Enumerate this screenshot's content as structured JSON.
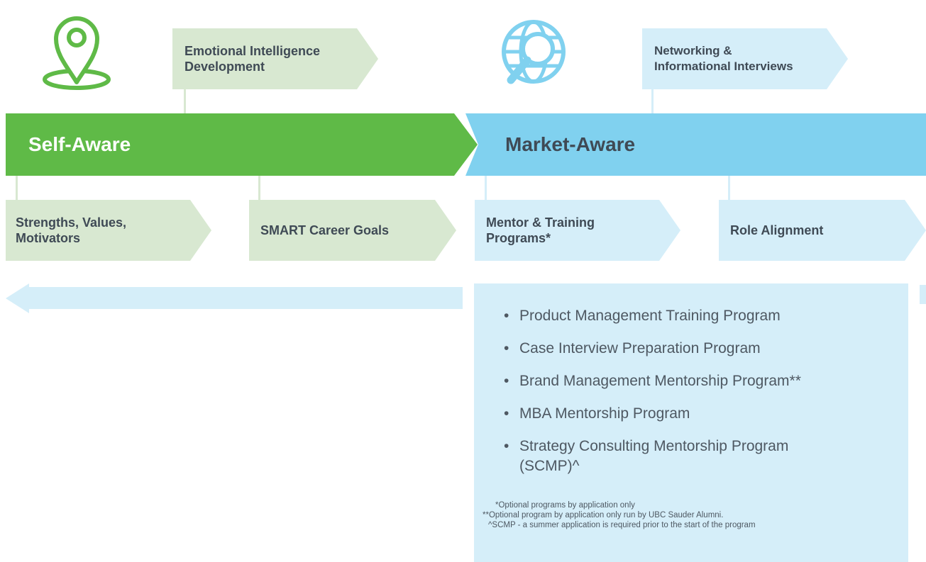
{
  "icons": {
    "self_icon": "map-pin-icon",
    "market_icon": "globe-search-icon"
  },
  "colors": {
    "green": "#5fba47",
    "green_light": "#d8e8d1",
    "blue": "#80d1ef",
    "blue_light": "#d5eef9",
    "text": "#3f4a55"
  },
  "self_aware": {
    "title": "Self-Aware",
    "top_items": [
      "Emotional Intelligence Development"
    ],
    "bottom_items": [
      "Strengths, Values, Motivators",
      "SMART Career Goals"
    ]
  },
  "market_aware": {
    "title": "Market-Aware",
    "top_items": [
      "Networking & Informational Interviews"
    ],
    "bottom_items": [
      "Mentor & Training Programs*",
      "Role Alignment"
    ]
  },
  "programs": {
    "items": [
      "Product Management Training Program",
      "Case Interview Preparation Program",
      "Brand Management Mentorship Program**",
      "MBA Mentorship Program",
      "Strategy Consulting Mentorship Program (SCMP)^"
    ],
    "footnotes": [
      "*Optional programs by application only",
      "**Optional program by application only run by UBC Sauder Alumni.",
      "^SCMP - a summer application is required prior to the start of the program"
    ]
  }
}
